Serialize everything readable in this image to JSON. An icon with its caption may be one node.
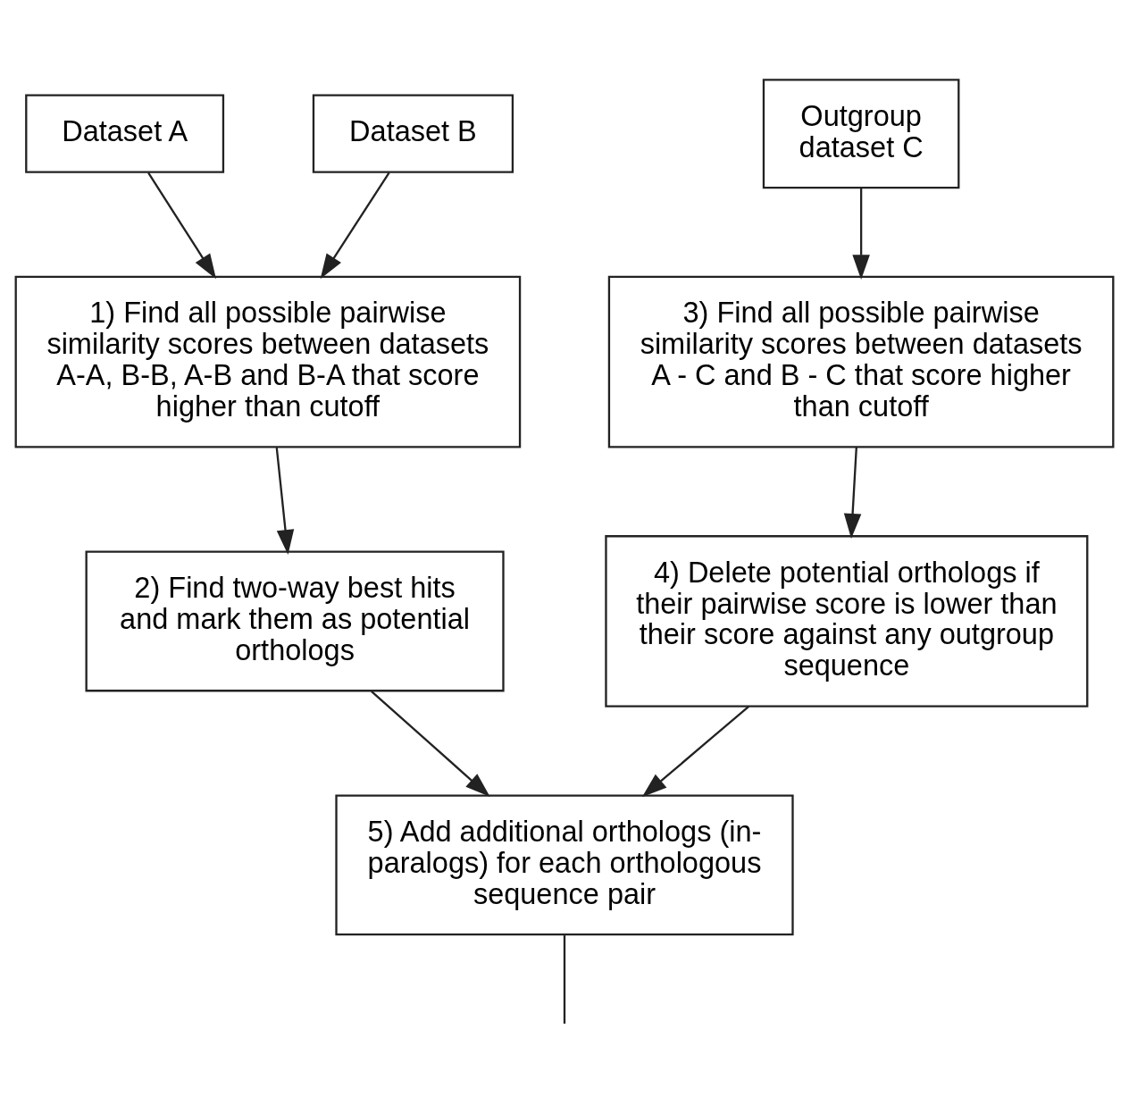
{
  "diagram": {
    "nodes": [
      {
        "text": [
          "Dataset A"
        ]
      },
      {
        "text": [
          "Dataset B"
        ]
      },
      {
        "text": [
          "Outgroup dataset C"
        ]
      },
      {
        "text": [
          "1) Find all possible pairwise similarity scores between datasets A-A, B-B, A-B and B-A that score higher than cutoff"
        ]
      },
      {
        "text": [
          "2) Find two-way best hits and mark them as potential orthologs"
        ]
      },
      {
        "text": [
          "3) Find all possible pairwise similarity scores between datasets A - C and B - C that score higher than cutoff"
        ]
      },
      {
        "text": [
          "4) Delete potential orthologs if their pairwise score is lower than their score against any outgroup sequence"
        ]
      },
      {
        "text": [
          "5) Add additional orthologs (in-paralogs) for each orthologous sequence pair"
        ]
      }
    ],
    "edges": [
      {
        "from": 0,
        "to": 3,
        "arrow": "to"
      },
      {
        "from": 1,
        "to": 3,
        "arrow": "to"
      },
      {
        "from": 2,
        "to": 5,
        "arrow": "to"
      },
      {
        "from": 3,
        "to": 4,
        "arrow": "to"
      },
      {
        "from": 5,
        "to": 6,
        "arrow": "to"
      },
      {
        "from": 4,
        "to": 7,
        "arrow": "to"
      },
      {
        "from": 6,
        "to": 7,
        "arrow": "to"
      },
      {
        "from": 7,
        "to": null,
        "arrow": "none"
      }
    ]
  }
}
